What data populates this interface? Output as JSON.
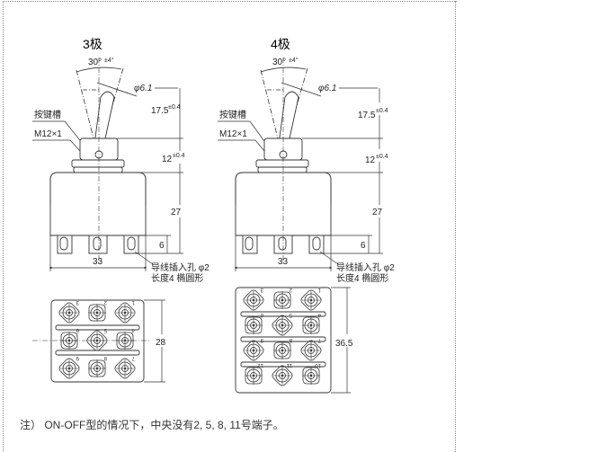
{
  "drawings": [
    {
      "id": "3pole",
      "title": "3极",
      "angle_label": "30°",
      "angle_tol": "±4°",
      "lever_dia": "φ6.1",
      "key_slot_label": "按键槽",
      "thread_label": "M12×1",
      "dim_lever_height": "17.5",
      "dim_lever_tol": "±0.4",
      "dim_bushing_height": "12",
      "dim_bushing_tol": "±0.4",
      "dim_body_height": "27",
      "dim_terminal_height": "6",
      "dim_width": "33",
      "hole_note_1": "导线插入孔 φ2",
      "hole_note_2": "长度4 椭圆形",
      "dim_bottom_depth": "28",
      "terminal_numbers": [
        "3",
        "2",
        "1",
        "6",
        "5",
        "4",
        "9",
        "8",
        "7"
      ]
    },
    {
      "id": "4pole",
      "title": "4极",
      "angle_label": "30°",
      "angle_tol": "±4°",
      "lever_dia": "φ6.1",
      "key_slot_label": "按键槽",
      "thread_label": "M12×1",
      "dim_lever_height": "17.5",
      "dim_lever_tol": "±0.4",
      "dim_bushing_height": "12",
      "dim_bushing_tol": "±0.4",
      "dim_body_height": "27",
      "dim_terminal_height": "6",
      "dim_width": "33",
      "hole_note_1": "导线插入孔 φ2",
      "hole_note_2": "长度4 椭圆形",
      "dim_bottom_depth": "36.5",
      "terminal_numbers": [
        "3",
        "2",
        "1",
        "6",
        "5",
        "4",
        "9",
        "8",
        "7",
        "12",
        "11",
        "10"
      ]
    }
  ],
  "note": "注） ON-OFF型的情况下，中央没有2, 5, 8, 11号端子。"
}
